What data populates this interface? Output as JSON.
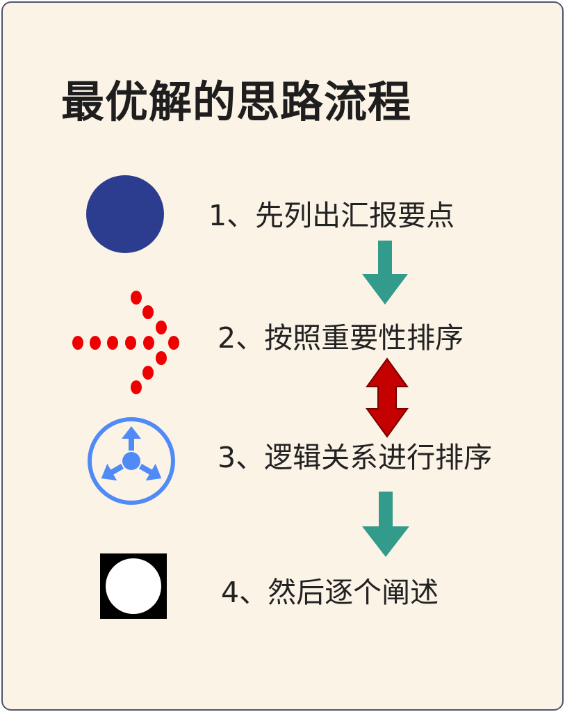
{
  "title": "最优解的思路流程",
  "steps": [
    {
      "text": "1、先列出汇报要点",
      "icon": "filled-circle-icon",
      "color": "#2c3d8f"
    },
    {
      "text": "2、按照重要性排序",
      "icon": "dotted-arrow-icon",
      "color": "#ee0000"
    },
    {
      "text": "3、逻辑关系进行排序",
      "icon": "distribute-arrows-icon",
      "color": "#4f8af7"
    },
    {
      "text": "4、然后逐个阐述",
      "icon": "white-circle-on-black-square-icon",
      "color": "#000000"
    }
  ],
  "connectors": [
    {
      "icon": "down-arrow-icon",
      "color": "#339b8b"
    },
    {
      "icon": "double-headed-arrow-icon",
      "color": "#c40000"
    },
    {
      "icon": "down-arrow-icon",
      "color": "#339b8b"
    }
  ]
}
